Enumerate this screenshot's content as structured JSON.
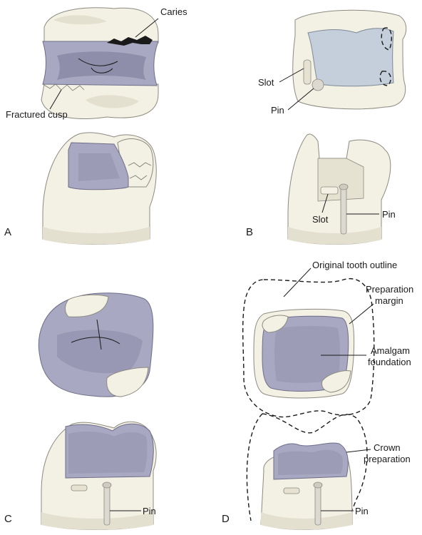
{
  "panels": {
    "a": {
      "letter": "A",
      "caries_label": "Caries",
      "fractured_label": "Fractured cusp"
    },
    "b": {
      "letter": "B",
      "slot_label_top": "Slot",
      "pin_label_top": "Pin",
      "slot_label_bottom": "Slot",
      "pin_label_bottom": "Pin"
    },
    "c": {
      "letter": "C",
      "pin_label": "Pin"
    },
    "d": {
      "letter": "D",
      "outline_label": "Original tooth outline",
      "margin_label_1": "Preparation",
      "margin_label_2": "margin",
      "foundation_label_1": "Amalgam",
      "foundation_label_2": "foundation",
      "crown_label_1": "Crown",
      "crown_label_2": "preparation",
      "pin_label": "Pin"
    }
  },
  "colors": {
    "amalgam": "#a9a8c2",
    "tooth": "#f3f0e4",
    "preparation": "#c4cfdb"
  }
}
